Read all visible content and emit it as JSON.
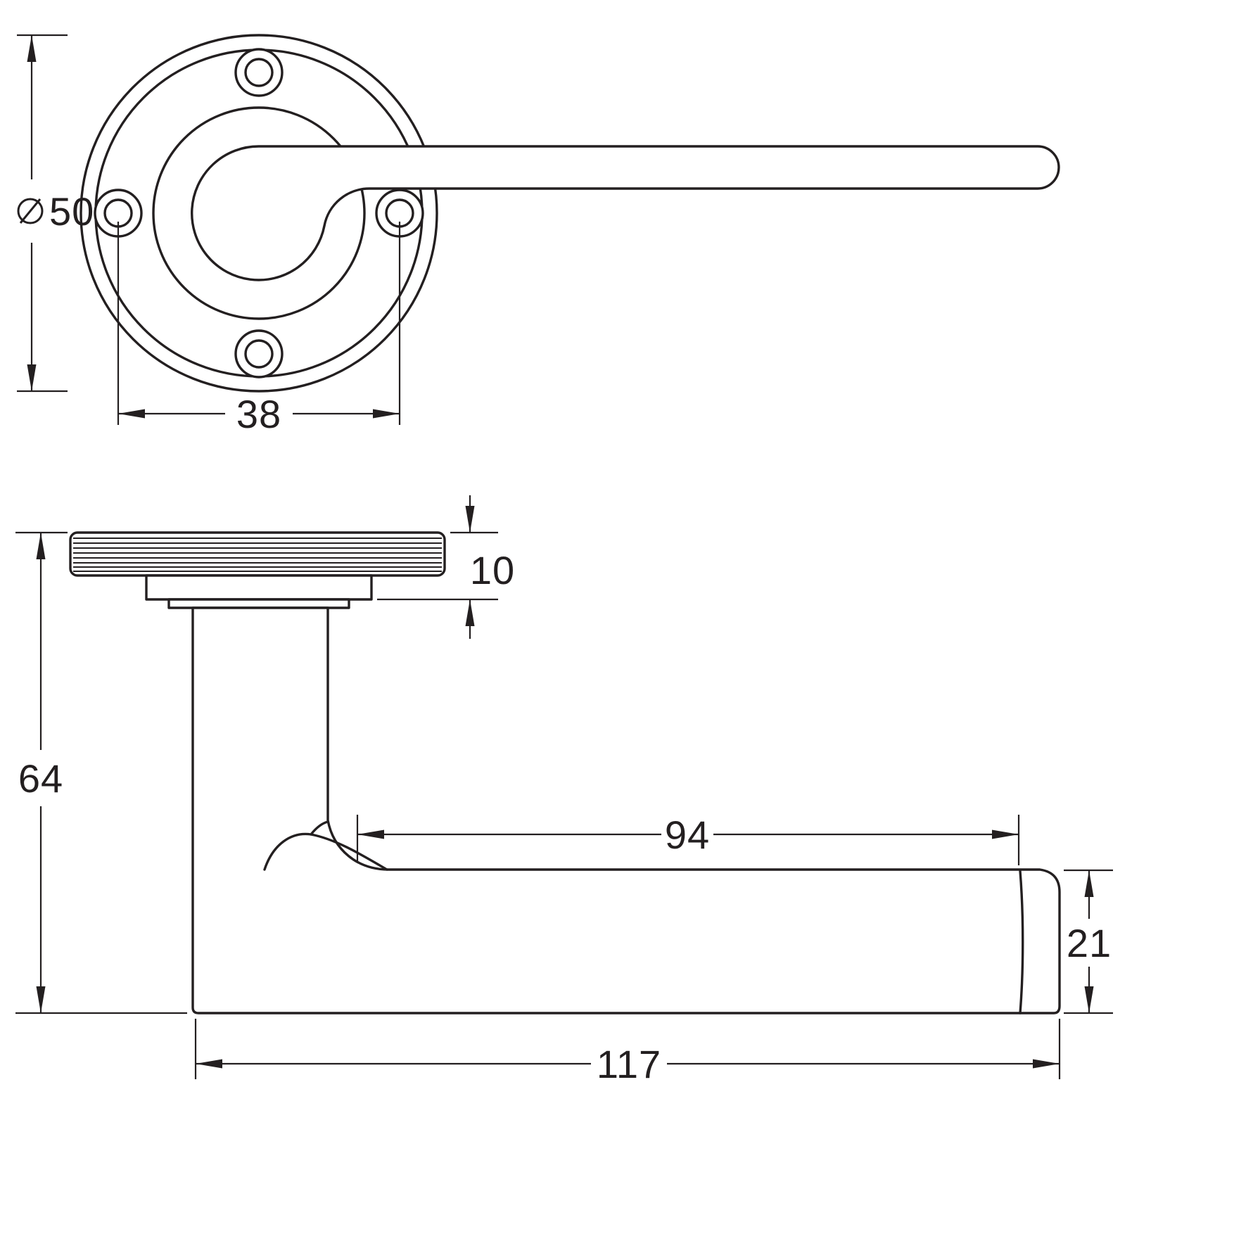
{
  "drawing": {
    "background": "#ffffff",
    "line_color": "#231f20",
    "dimensions": {
      "rose_diameter": {
        "symbol": "⌀",
        "value": "50"
      },
      "screw_spacing": {
        "value": "38"
      },
      "rose_thickness": {
        "value": "10"
      },
      "projection": {
        "value": "64"
      },
      "grip_length": {
        "value": "94"
      },
      "lever_thickness": {
        "value": "21"
      },
      "overall_length": {
        "value": "117"
      }
    }
  }
}
